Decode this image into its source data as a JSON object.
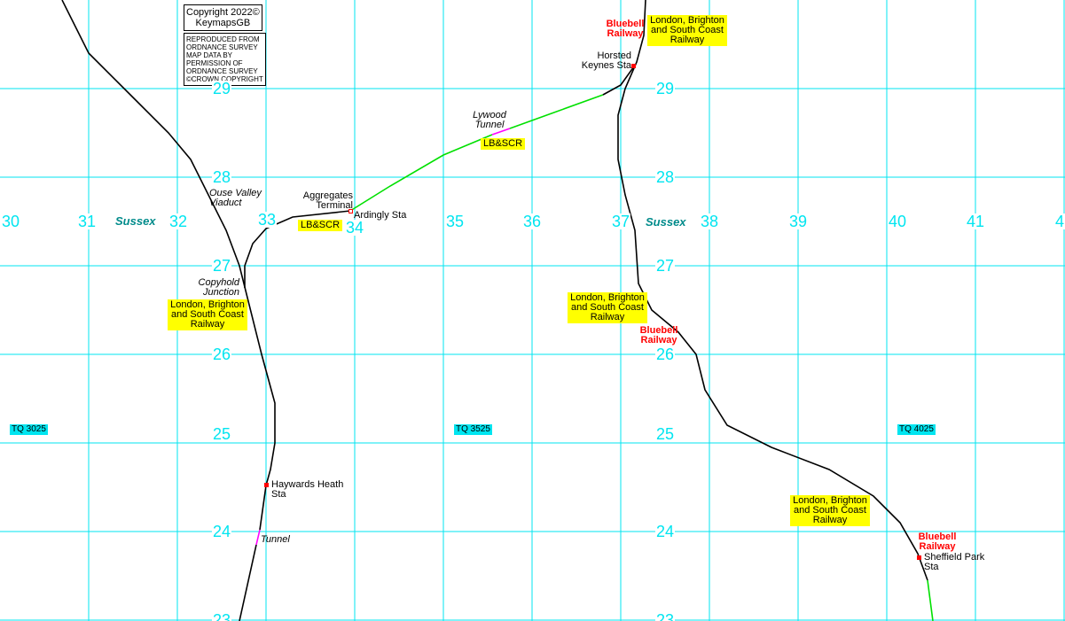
{
  "copyright": {
    "line1": "Copyright 2022©",
    "line2": "KeymapsGB"
  },
  "os_notice": [
    "REPRODUCED FROM",
    "ORDNANCE SURVEY",
    "MAP DATA BY",
    "PERMISSION OF",
    "ORDNANCE SURVEY",
    "©CROWN COPYRIGHT"
  ],
  "grid_columns": [
    "30",
    "31",
    "32",
    "33",
    "34",
    "35",
    "36",
    "37",
    "38",
    "39",
    "40",
    "41",
    "4"
  ],
  "grid_rows_left": [
    "29",
    "28",
    "27",
    "26",
    "25",
    "24",
    "23"
  ],
  "grid_rows_right": [
    "29",
    "28",
    "27",
    "26",
    "25",
    "24",
    "23"
  ],
  "tiles": [
    "TQ 3025",
    "TQ 3525",
    "TQ 4025"
  ],
  "county": [
    "Sussex",
    "Sussex"
  ],
  "railway_names": {
    "lbscr": "London, Brighton and South Coast Railway",
    "bluebell": "Bluebell Railway",
    "lbscr_short": "LB&SCR"
  },
  "labels": {
    "horsted": "Horsted Keynes Sta",
    "lywood": "Lywood Tunnel",
    "aggregates": "Aggregates Terminal",
    "ardingly": "Ardingly Sta",
    "ouse": "Ouse Valley Viaduct",
    "copyhold": "Copyhold Junction",
    "haywards": "Haywards Heath Sta",
    "tunnel": "Tunnel",
    "sheffield": "Sheffield Park Sta"
  },
  "colors": {
    "grid": "#00e5f0",
    "track": "#000000",
    "preserved": "#00e000",
    "tunnel": "#ff00ff",
    "highlight": "#ffff00",
    "station": "#ff0000"
  }
}
